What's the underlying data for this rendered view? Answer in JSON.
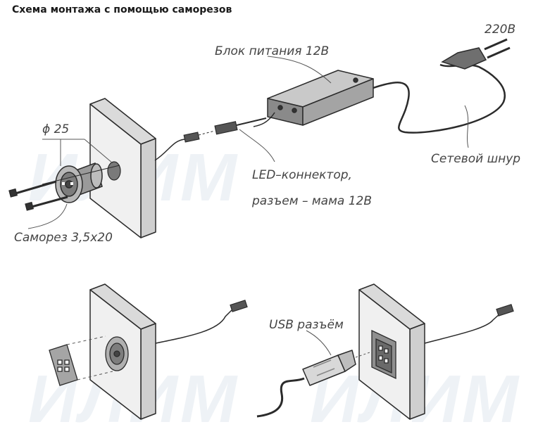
{
  "title": "Схема монтажа с помощью саморезов",
  "labels": {
    "voltage": "220В",
    "power_supply": "Блок питания 12В",
    "diameter": "ϕ 25",
    "led_connector_line1": "LED–коннектор,",
    "led_connector_line2": "разъем – мама 12В",
    "power_cord": "Сетевой шнур",
    "screw": "Саморез 3,5х20",
    "usb": "USB разъём"
  },
  "watermark": "ИЛИМ",
  "colors": {
    "panel_front": "#efefef",
    "panel_side": "#d4d4d4",
    "stroke": "#2b2b2b",
    "label": "#444444"
  }
}
